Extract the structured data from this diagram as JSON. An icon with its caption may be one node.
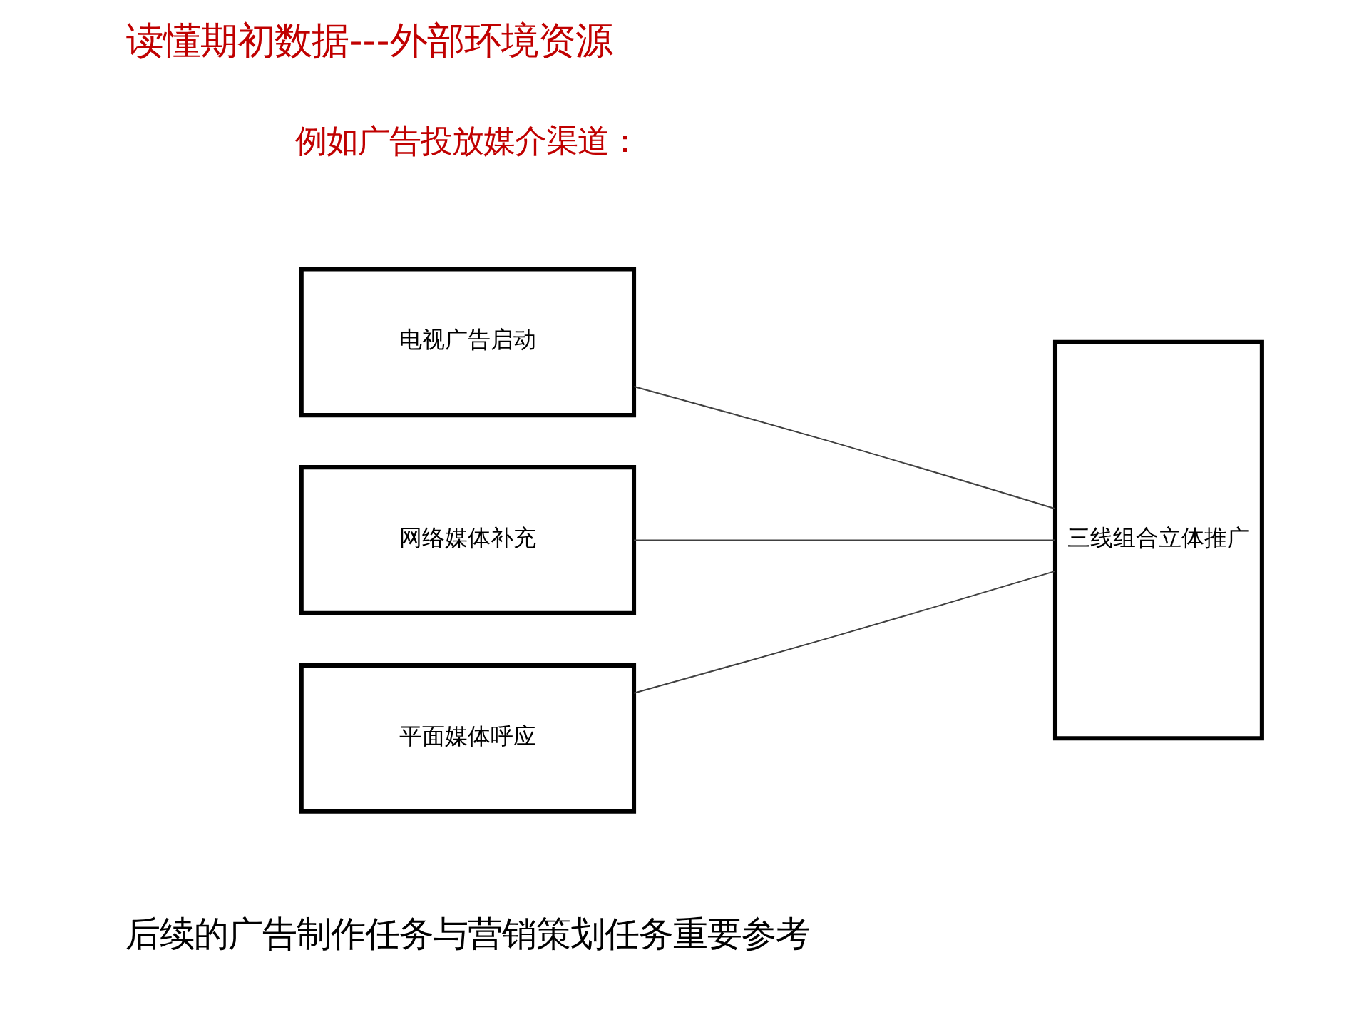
{
  "diagram": {
    "title": "读懂期初数据---外部环境资源",
    "caption": "后续的广告制作任务与营销策划任务重要参考",
    "nodes": [
      {
        "text": [
          "电视广告启动"
        ]
      },
      {
        "text": [
          "网络媒体补充"
        ]
      },
      {
        "text": [
          "平面媒体呼应"
        ]
      },
      {
        "text": [
          "三线组合立体推广"
        ]
      }
    ],
    "edges": [
      {
        "from": 0,
        "to": 3,
        "arrow": "none"
      },
      {
        "from": 1,
        "to": 3,
        "arrow": "none"
      },
      {
        "from": 2,
        "to": 3,
        "arrow": "none"
      }
    ],
    "labels": [
      "例如广告投放媒介渠道："
    ]
  }
}
